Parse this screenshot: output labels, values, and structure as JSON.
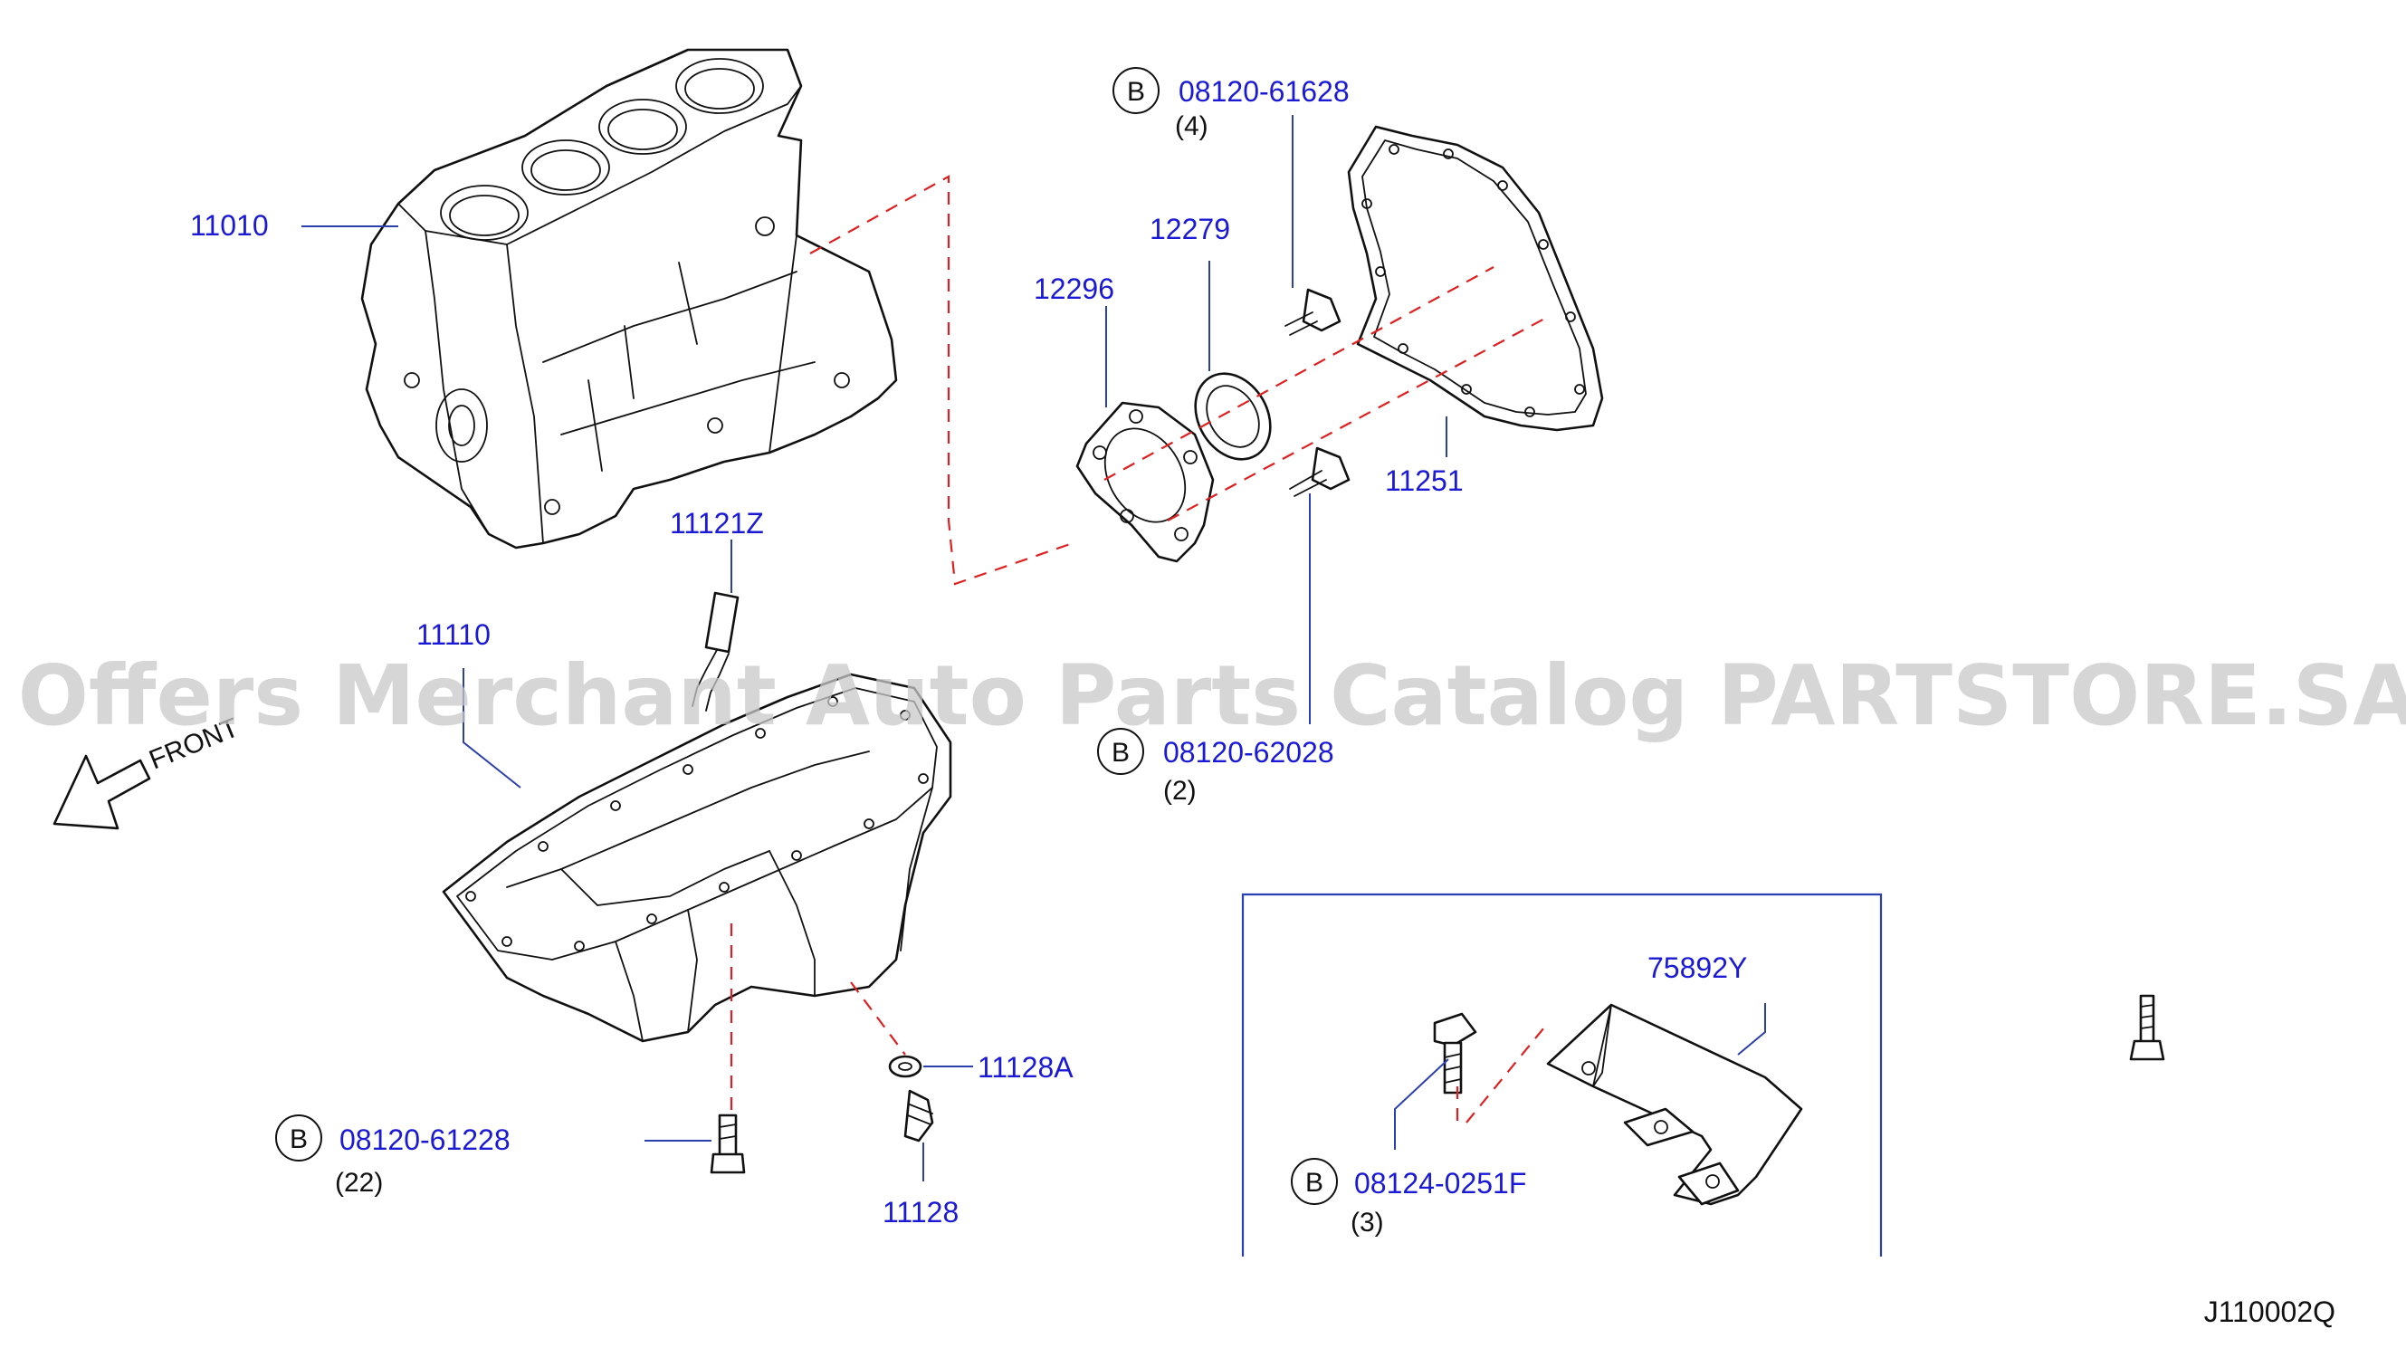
{
  "watermark": "Offers Merchant Auto Parts Catalog PARTSTORE.SA",
  "diagram_code": "J110002Q",
  "front_label": "FRONT",
  "bolt_circle_letter": "B",
  "parts": {
    "p11010": "11010",
    "p11121Z": "11121Z",
    "p11110": "11110",
    "p12279": "12279",
    "p12296": "12296",
    "p11251": "11251",
    "p11128A": "11128A",
    "p11128": "11128",
    "p75892Y": "75892Y"
  },
  "bolts": {
    "b1": {
      "number": "08120-61628",
      "qty": "(4)"
    },
    "b2": {
      "number": "08120-62028",
      "qty": "(2)"
    },
    "b3": {
      "number": "08120-61228",
      "qty": "(22)"
    },
    "b4": {
      "number": "08124-0251F",
      "qty": "(3)"
    }
  },
  "colors": {
    "part_number": "#1a1ad6",
    "leader": "#2a3fb0",
    "dashed": "#e02020"
  }
}
